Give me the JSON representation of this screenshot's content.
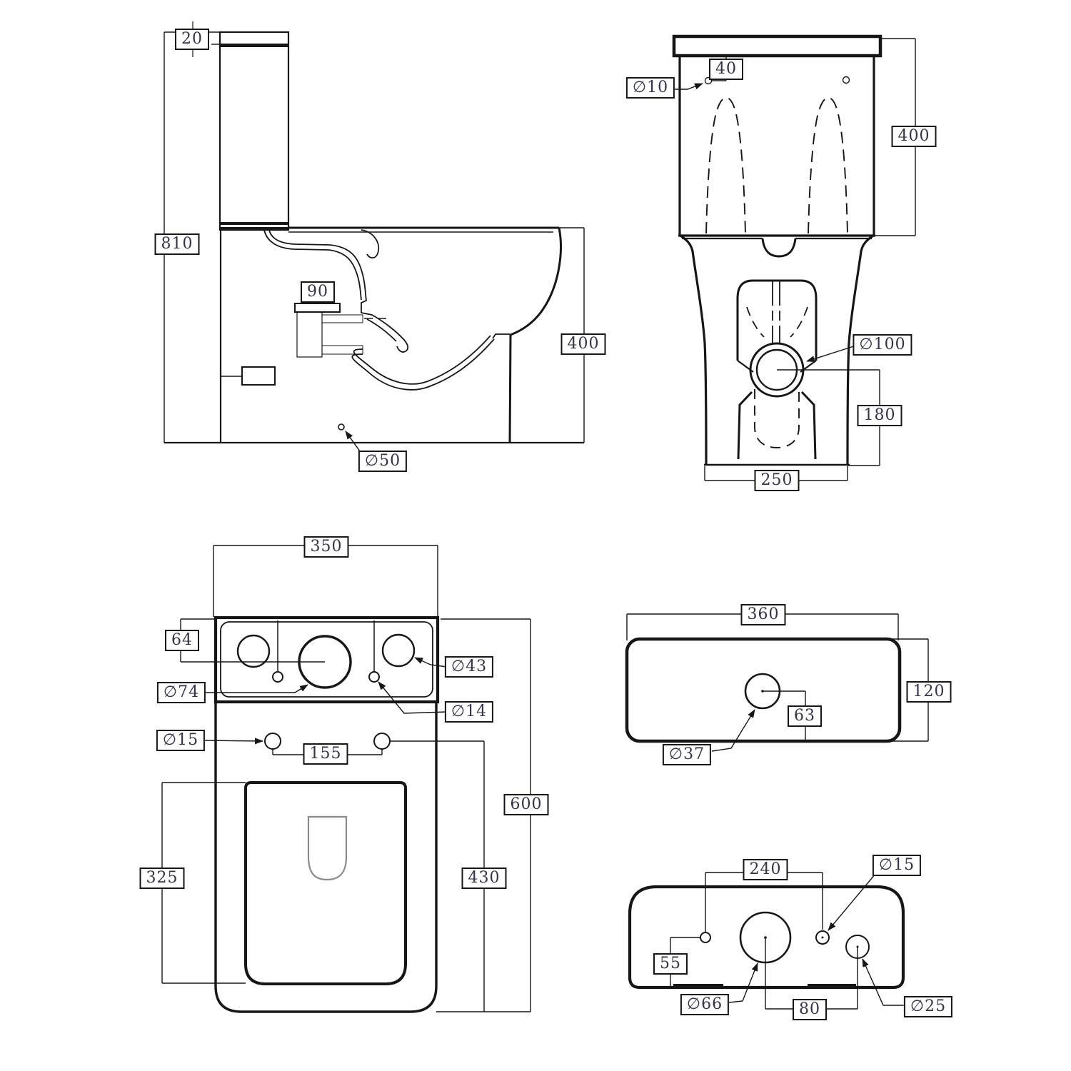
{
  "page": {
    "background": "#ffffff",
    "line_color": "#161616",
    "label_text_color": "#33334a",
    "description": "Two-piece toilet technical dimension drawing, five orthographic views"
  },
  "views": {
    "side": {
      "title": "side section view",
      "labels": [
        {
          "id": "lid-thickness",
          "text": "20"
        },
        {
          "id": "overall-height",
          "text": "810"
        },
        {
          "id": "outlet-spigot",
          "text": "90"
        },
        {
          "id": "bowl-height",
          "text": "400"
        },
        {
          "id": "floor-hole-diameter",
          "text": "∅50"
        }
      ]
    },
    "front": {
      "title": "rear elevation view",
      "labels": [
        {
          "id": "hole-offset",
          "text": "40"
        },
        {
          "id": "hole-diameter",
          "text": "∅10"
        },
        {
          "id": "tank-height",
          "text": "400"
        },
        {
          "id": "outlet-diameter",
          "text": "∅100"
        },
        {
          "id": "outlet-center-height",
          "text": "180"
        },
        {
          "id": "base-width",
          "text": "250"
        }
      ]
    },
    "top": {
      "title": "plan view",
      "labels": [
        {
          "id": "tank-width",
          "text": "350"
        },
        {
          "id": "hole-line-offset",
          "text": "64"
        },
        {
          "id": "flush-hole-diameter",
          "text": "∅74"
        },
        {
          "id": "corner-hole-diameter",
          "text": "∅43"
        },
        {
          "id": "small-hole-diameter",
          "text": "∅14"
        },
        {
          "id": "hinge-hole-diameter",
          "text": "∅15"
        },
        {
          "id": "hinge-hole-spacing",
          "text": "155"
        },
        {
          "id": "seat-length",
          "text": "325"
        },
        {
          "id": "overall-length",
          "text": "600"
        },
        {
          "id": "bowl-length",
          "text": "430"
        }
      ]
    },
    "lid": {
      "title": "cistern lid plan",
      "labels": [
        {
          "id": "lid-width",
          "text": "360"
        },
        {
          "id": "lid-depth",
          "text": "120"
        },
        {
          "id": "button-offset",
          "text": "63"
        },
        {
          "id": "button-diameter",
          "text": "∅37"
        }
      ]
    },
    "tank_bottom": {
      "title": "cistern base plan",
      "labels": [
        {
          "id": "bolt-hole-spacing",
          "text": "240"
        },
        {
          "id": "bolt-hole-diameter",
          "text": "∅15"
        },
        {
          "id": "edge-offset",
          "text": "55"
        },
        {
          "id": "flush-valve-diameter",
          "text": "∅66"
        },
        {
          "id": "valve-to-inlet-spacing",
          "text": "80"
        },
        {
          "id": "inlet-hole-diameter",
          "text": "∅25"
        }
      ]
    }
  }
}
